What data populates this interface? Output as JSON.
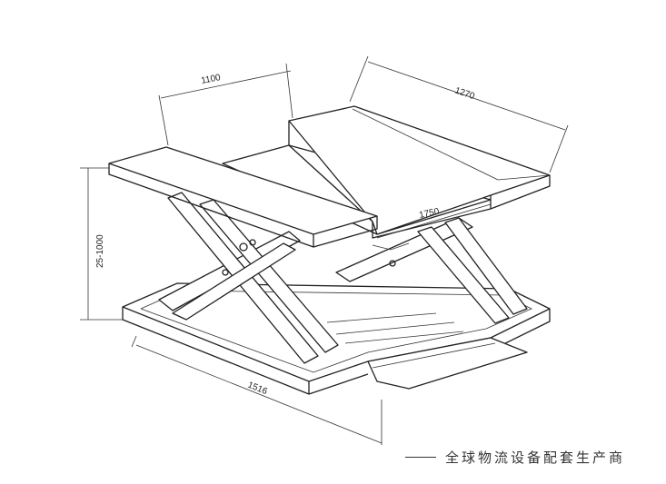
{
  "dimensions": {
    "platform_width": "1100",
    "platform_width_right": "1270",
    "platform_length": "1750",
    "lift_height": "25-1000",
    "base_length": "1516"
  },
  "caption": "全球物流设备配套生产商"
}
